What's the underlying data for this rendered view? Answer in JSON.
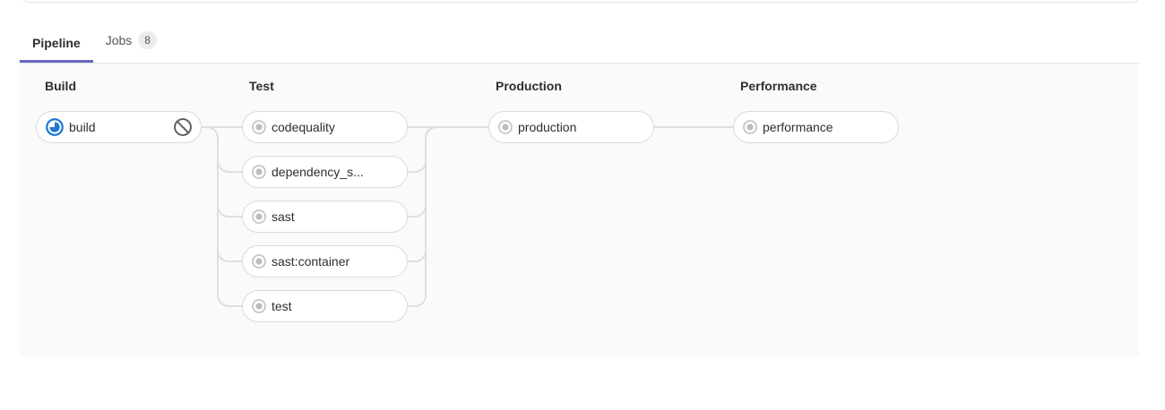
{
  "tabs": {
    "pipeline": {
      "label": "Pipeline"
    },
    "jobs": {
      "label": "Jobs",
      "badge": "8"
    }
  },
  "pipeline": {
    "stages": [
      {
        "title": "Build",
        "jobs": [
          {
            "name": "build",
            "status": "running",
            "action": "cancel"
          }
        ]
      },
      {
        "title": "Test",
        "jobs": [
          {
            "name": "codequality",
            "status": "created"
          },
          {
            "name": "dependency_s...",
            "status": "created"
          },
          {
            "name": "sast",
            "status": "created"
          },
          {
            "name": "sast:container",
            "status": "created"
          },
          {
            "name": "test",
            "status": "created"
          }
        ]
      },
      {
        "title": "Production",
        "jobs": [
          {
            "name": "production",
            "status": "created"
          }
        ]
      },
      {
        "title": "Performance",
        "jobs": [
          {
            "name": "performance",
            "status": "created"
          }
        ]
      }
    ]
  },
  "colors": {
    "accent_tab_underline": "#6666c4",
    "status_running_blue": "#1f78d1",
    "status_created_gray": "#bdbdbd",
    "connector_line": "#dfdfdf",
    "graph_background": "#fafafa"
  }
}
